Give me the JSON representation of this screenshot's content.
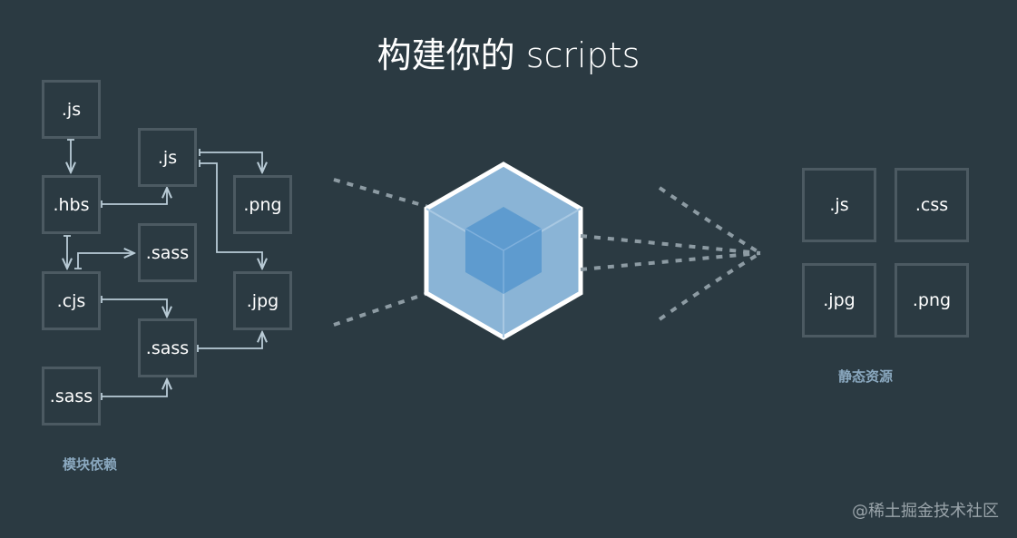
{
  "title": "构建你的 scripts",
  "modules": {
    "caption": "模块依赖",
    "boxes": {
      "js1": ".js",
      "hbs": ".hbs",
      "cjs": ".cjs",
      "sass_bottom": ".sass",
      "js2": ".js",
      "sass_mid": ".sass",
      "sass_low": ".sass",
      "png": ".png",
      "jpg": ".jpg"
    }
  },
  "assets": {
    "caption": "静态资源",
    "boxes": [
      ".js",
      ".css",
      ".jpg",
      ".png"
    ]
  },
  "watermark": "@稀土掘金技术社区",
  "colors": {
    "background": "#2b3a42",
    "box_border": "#4c5a62",
    "arrow": "#b9cbd6",
    "dashed": "#8d9ba3",
    "cube_outer": "#8ab4d6",
    "cube_inner": "#5e9bcf"
  }
}
